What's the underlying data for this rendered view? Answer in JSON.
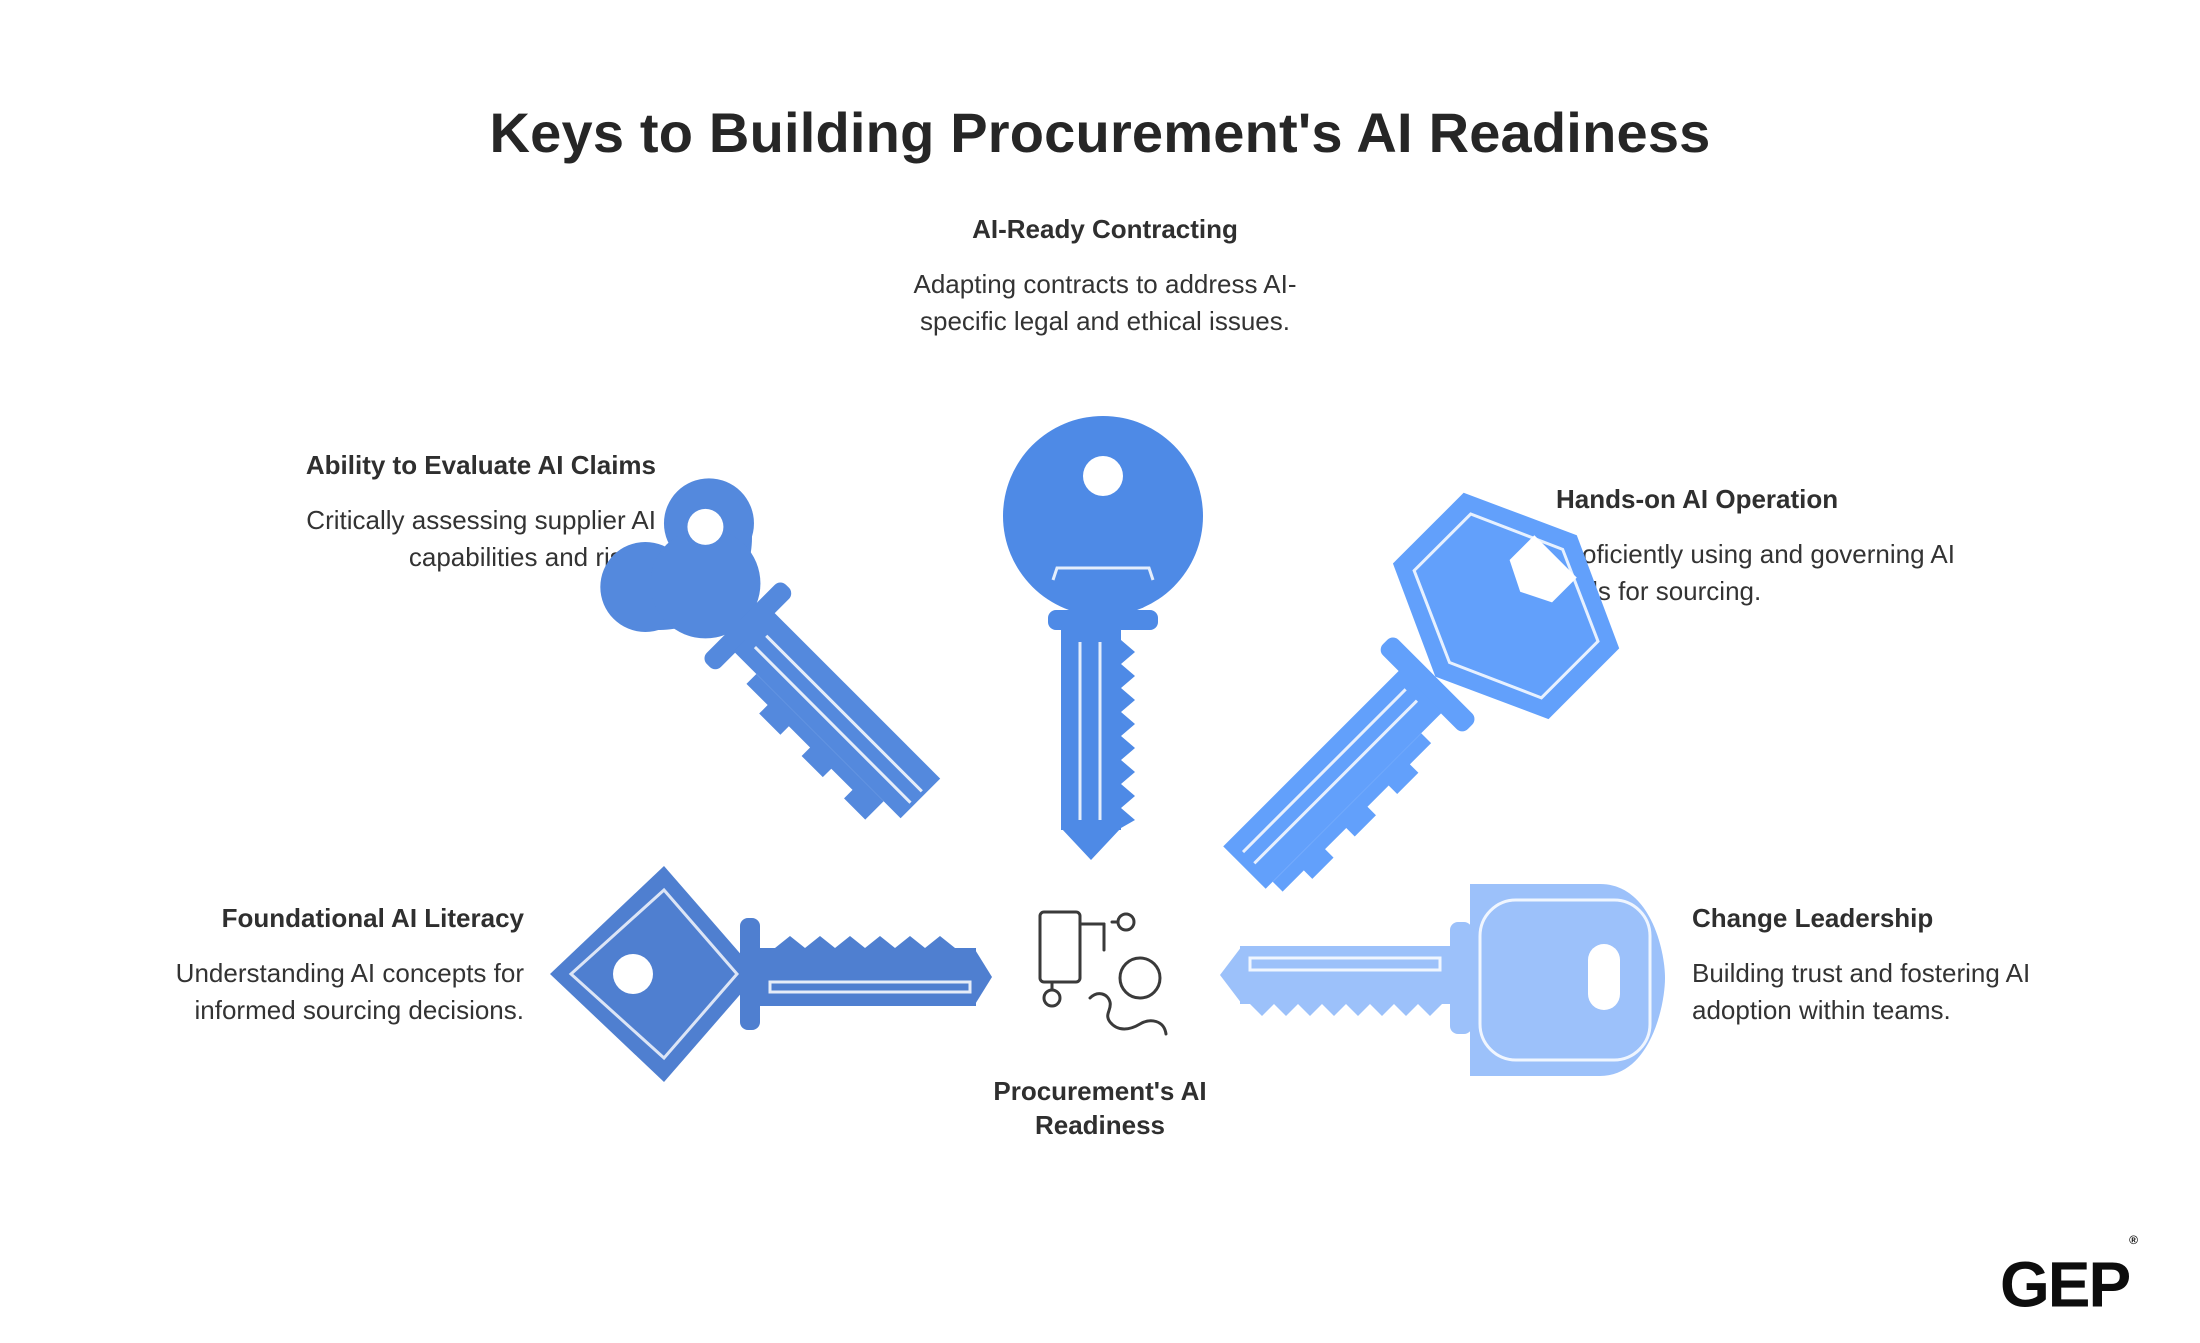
{
  "title": "Keys to Building Procurement's AI Readiness",
  "center": {
    "label": "Procurement's AI Readiness",
    "icon": "workflow-person-icon"
  },
  "keys": [
    {
      "id": "literacy",
      "heading": "Foundational AI Literacy",
      "description": "Understanding AI concepts for informed sourcing decisions.",
      "color": "#4f7fd0"
    },
    {
      "id": "evaluate",
      "heading": "Ability to Evaluate AI Claims",
      "description": "Critically assessing supplier AI capabilities and risks.",
      "color": "#5489dd"
    },
    {
      "id": "contracting",
      "heading": "AI-Ready Contracting",
      "description": "Adapting contracts to address AI-specific legal and ethical issues.",
      "color": "#4e8ae6"
    },
    {
      "id": "operation",
      "heading": "Hands-on AI Operation",
      "description": "Proficiently using and governing AI tools for sourcing.",
      "color": "#62a0fb"
    },
    {
      "id": "change",
      "heading": "Change Leadership",
      "description": "Building trust and fostering AI adoption within teams.",
      "color": "#9cc1fa"
    }
  ],
  "logo": {
    "text": "GEP",
    "mark": "®"
  }
}
